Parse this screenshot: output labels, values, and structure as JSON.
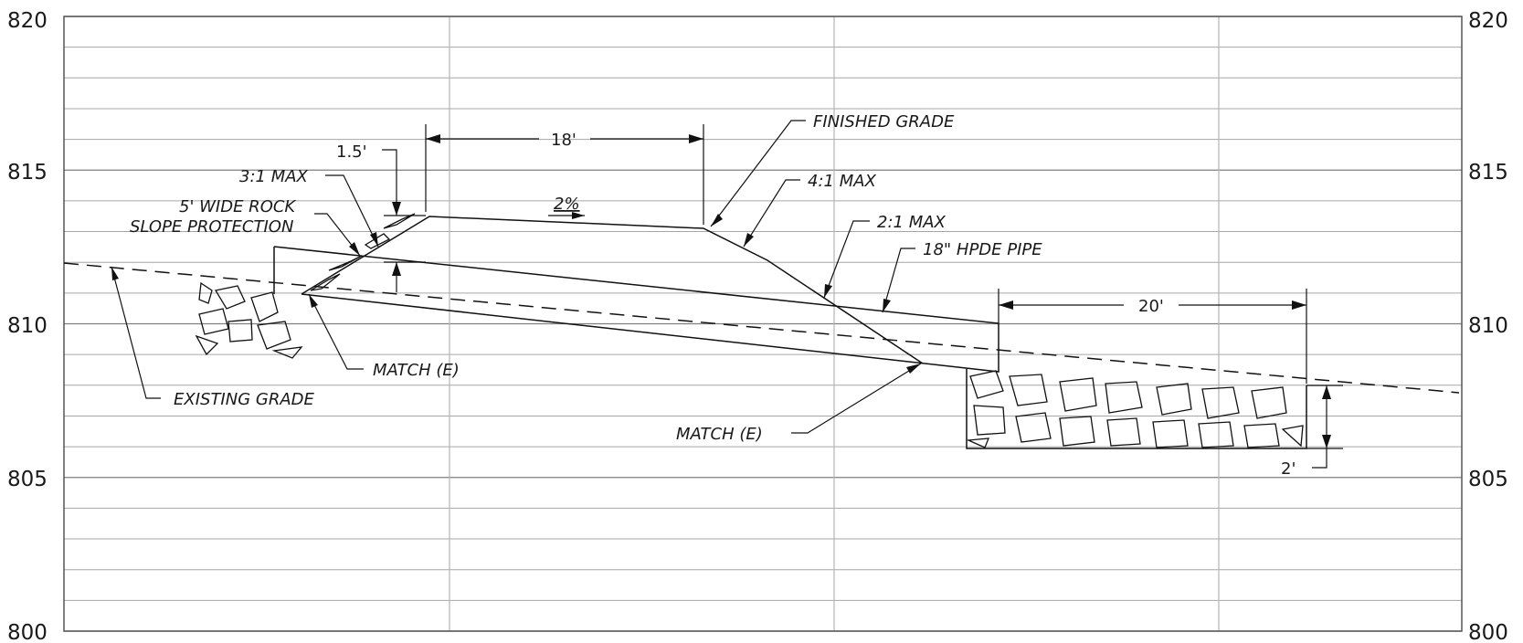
{
  "elevation_axis": {
    "left_labels": [
      "820",
      "815",
      "810",
      "805",
      "800"
    ],
    "right_labels": [
      "820",
      "815",
      "810",
      "805",
      "800"
    ]
  },
  "annotations": {
    "finished_grade": "FINISHED GRADE",
    "slope_4_1": "4:1 MAX",
    "slope_2_1": "2:1 MAX",
    "pipe": "18\" HPDE PIPE",
    "slope_3_1": "3:1 MAX",
    "rock_line1": "5' WIDE ROCK",
    "rock_line2": "SLOPE PROTECTION",
    "match_left": "MATCH (E)",
    "match_right": "MATCH (E)",
    "existing_grade": "EXISTING GRADE"
  },
  "dimensions": {
    "top_width": "18'",
    "offset": "1.5'",
    "grade_pct": "2%",
    "outlet_width": "20'",
    "depth": "2'"
  }
}
